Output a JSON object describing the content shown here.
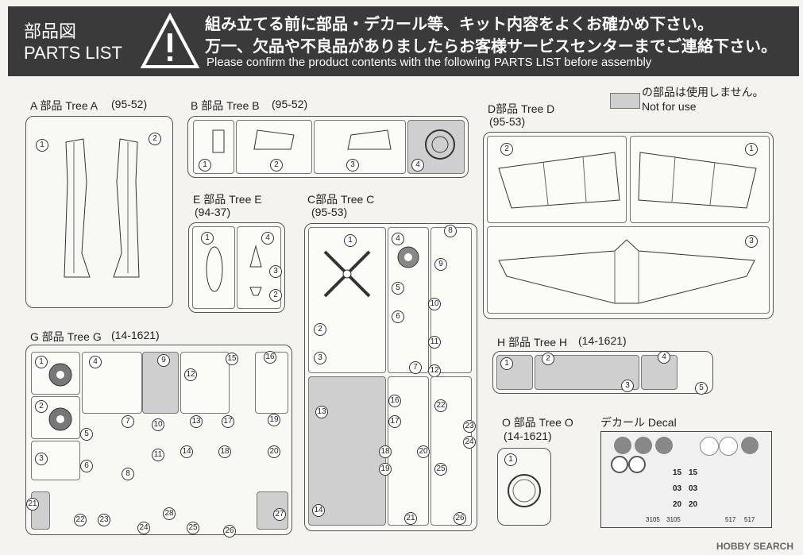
{
  "header": {
    "title_jp": "部品図",
    "title_en": "PARTS LIST",
    "line1": "組み立てる前に部品・デカール等、キット内容をよくお確かめ下さい。",
    "line2": "万一、欠品や不良品がありましたらお客様サービスセンターまでご連絡下さい。",
    "line3": "Please confirm the product contents with the following PARTS LIST before assembly",
    "warning_icon": "warning-triangle-icon"
  },
  "not_for_use": {
    "jp": "の部品は使用しません。",
    "en": "Not for use",
    "color": "#cfcfcf"
  },
  "trees": {
    "a": {
      "label": "A 部品 Tree A",
      "code": "(95-52)"
    },
    "b": {
      "label": "B 部品 Tree B",
      "code": "(95-52)"
    },
    "d": {
      "label": "D部品 Tree D",
      "code": "(95-53)"
    },
    "e": {
      "label": "E 部品 Tree E",
      "code": "(94-37)"
    },
    "c": {
      "label": "C部品 Tree C",
      "code": "(95-53)"
    },
    "g": {
      "label": "G 部品 Tree G",
      "code": "(14-1621)"
    },
    "h": {
      "label": "H 部品 Tree H",
      "code": "(14-1621)"
    },
    "o": {
      "label": "O 部品 Tree O",
      "code": "(14-1621)"
    },
    "decal": {
      "label": "デカール Decal"
    }
  },
  "decal_numbers": [
    "15",
    "15",
    "03",
    "03",
    "20",
    "20",
    "3105",
    "3105",
    "517",
    "517"
  ],
  "watermark": "HOBBY SEARCH"
}
